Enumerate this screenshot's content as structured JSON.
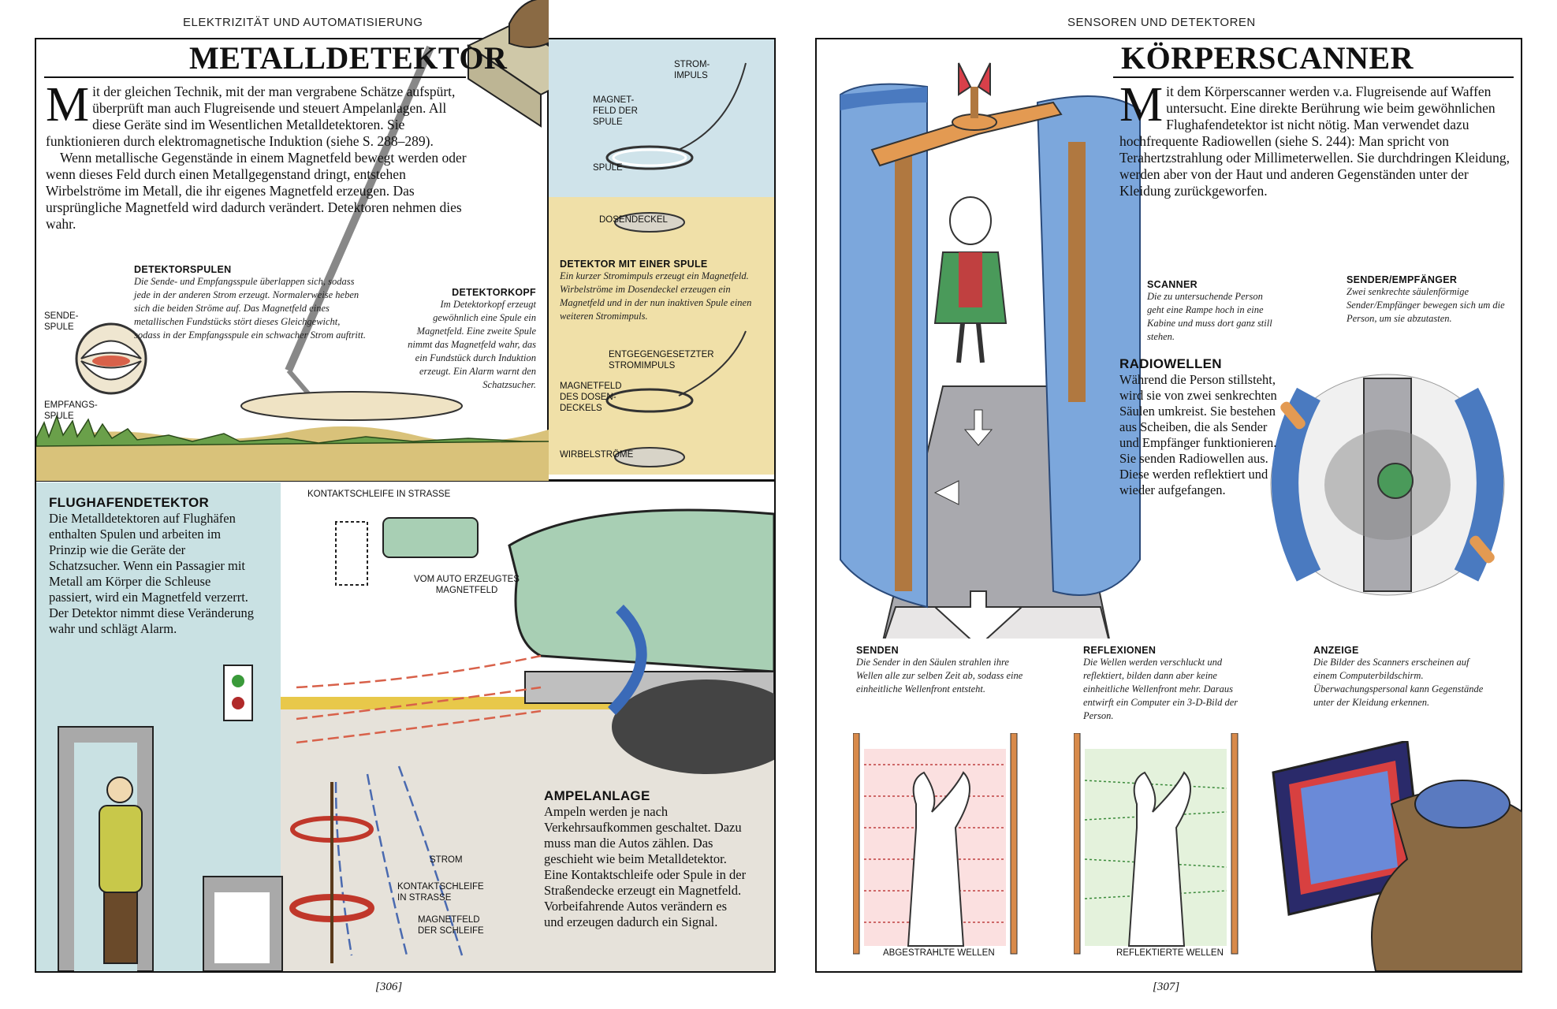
{
  "left": {
    "running_head": "ELEKTRIZITÄT UND AUTOMATISIERUNG",
    "title": "METALLDETEKTOR",
    "intro": {
      "dropcap": "M",
      "p1_rest": "it der gleichen Technik, mit der man vergrabene Schätze aufspürt, überprüft man auch Flugreisende und steuert Ampelanlagen. All diese Geräte sind im Wesentlichen Metalldetektoren. Sie funktionieren durch elektromagnetische Induktion (siehe S. 288–289).",
      "p2": "Wenn metallische Gegenstände in einem Magnetfeld bewegt werden oder wenn dieses Feld durch einen Metallgegenstand dringt, entstehen Wirbelströme im Metall, die ihr eigenes Magnetfeld erzeugen. Das ursprüngliche Magnetfeld wird dadurch verändert. Detektoren nehmen dies wahr."
    },
    "detektorspulen": {
      "heading": "DETEKTORSPULEN",
      "text": "Die Sende- und Empfangsspule überlappen sich, sodass jede in der anderen Strom erzeugt. Normalerweise heben sich die beiden Ströme auf. Das Magnetfeld eines metallischen Fundstücks stört dieses Gleichgewicht, sodass in der Empfangsspule ein schwacher Strom auftritt."
    },
    "labels": {
      "sendespule": "SENDE-SPULE",
      "empfangsspule": "EMPFANGS-SPULE",
      "stromimpuls": "STROM-IMPULS",
      "magnetfeld_spule": "MAGNET-FELD DER SPULE",
      "spule": "SPULE",
      "dosendeckel": "DOSENDECKEL",
      "entgegengesetzter": "ENTGEGENGESETZTER STROMIMPULS",
      "magnetfeld_dose": "MAGNETFELD DES DOSEN-DECKELS",
      "wirbelstroeme": "WIRBELSTRÖME",
      "kontaktschleife": "KONTAKTSCHLEIFE IN STRASSE",
      "vom_auto": "VOM AUTO ERZEUGTES MAGNETFELD",
      "strom": "STROM",
      "kontaktschleife2": "KONTAKTSCHLEIFE IN STRASSE",
      "magnetfeld_schleife": "MAGNETFELD DER SCHLEIFE"
    },
    "detektorkopf": {
      "heading": "DETEKTORKOPF",
      "text": "Im Detektorkopf erzeugt gewöhnlich eine Spule ein Magnetfeld. Eine zweite Spule nimmt das Magnetfeld wahr, das ein Fundstück durch Induktion erzeugt. Ein Alarm warnt den Schatzsucher."
    },
    "eine_spule": {
      "heading": "DETEKTOR MIT EINER SPULE",
      "text": "Ein kurzer Stromimpuls erzeugt ein Magnetfeld. Wirbelströme im Dosendeckel erzeugen ein Magnetfeld und in der nun inaktiven Spule einen weiteren Stromimpuls."
    },
    "flughafen": {
      "heading": "FLUGHAFENDETEKTOR",
      "text": "Die Metalldetektoren auf Flughäfen enthalten Spulen und arbeiten im Prinzip wie die Geräte der Schatzsucher. Wenn ein Passagier mit Metall am Körper die Schleuse passiert, wird ein Magnetfeld verzerrt. Der Detektor nimmt diese Veränderung wahr und schlägt Alarm."
    },
    "ampel": {
      "heading": "AMPELANLAGE",
      "text": "Ampeln werden je nach Verkehrsaufkommen geschaltet. Dazu muss man die Autos zählen. Das geschieht wie beim Metalldetektor. Eine Kontaktschleife oder Spule in der Straßendecke erzeugt ein Magnetfeld. Vorbeifahrende Autos verändern es und erzeugen dadurch ein Signal."
    },
    "folio": "[306]"
  },
  "right": {
    "running_head": "SENSOREN UND DETEKTOREN",
    "title": "KÖRPERSCANNER",
    "intro": {
      "dropcap": "M",
      "rest": "it dem Körperscanner werden v.a. Flugreisende auf Waffen untersucht. Eine direkte Berührung wie beim gewöhnlichen Flughafendetektor ist nicht nötig. Man verwendet dazu hochfrequente Radiowellen (siehe S. 244): Man spricht von Terahertzstrahlung oder Millimeterwellen. Sie durchdringen Kleidung, werden aber von der Haut und anderen Gegenständen unter der Kleidung zurückgeworfen."
    },
    "scanner": {
      "heading": "SCANNER",
      "text": "Die zu untersuchende Person geht eine Rampe hoch in eine Kabine und muss dort ganz still stehen."
    },
    "sender": {
      "heading": "SENDER/EMPFÄNGER",
      "text": "Zwei senkrechte säulenförmige Sender/Empfänger bewegen sich um die Person, um sie abzutasten."
    },
    "radiowellen": {
      "heading": "RADIOWELLEN",
      "text": "Während die Person stillsteht, wird sie von zwei senkrechten Säulen umkreist. Sie bestehen aus Scheiben, die als Sender und Empfänger funktionieren. Sie senden Radiowellen aus. Diese werden reflektiert und wieder aufgefangen."
    },
    "senden": {
      "heading": "SENDEN",
      "text": "Die Sender in den Säulen strahlen ihre Wellen alle zur selben Zeit ab, sodass eine einheitliche Wellenfront entsteht."
    },
    "reflexionen": {
      "heading": "REFLEXIONEN",
      "text": "Die Wellen werden verschluckt und reflektiert, bilden dann aber keine einheitliche Wellenfront mehr. Daraus entwirft ein Computer ein 3-D-Bild der Person."
    },
    "anzeige": {
      "heading": "ANZEIGE",
      "text": "Die Bilder des Scanners erscheinen auf einem Computerbildschirm. Überwachungspersonal kann Gegenstände unter der Kleidung erkennen."
    },
    "labels": {
      "abgestrahlte": "ABGESTRAHLTE WELLEN",
      "reflektierte": "REFLEKTIERTE WELLEN"
    },
    "folio": "[307]"
  }
}
